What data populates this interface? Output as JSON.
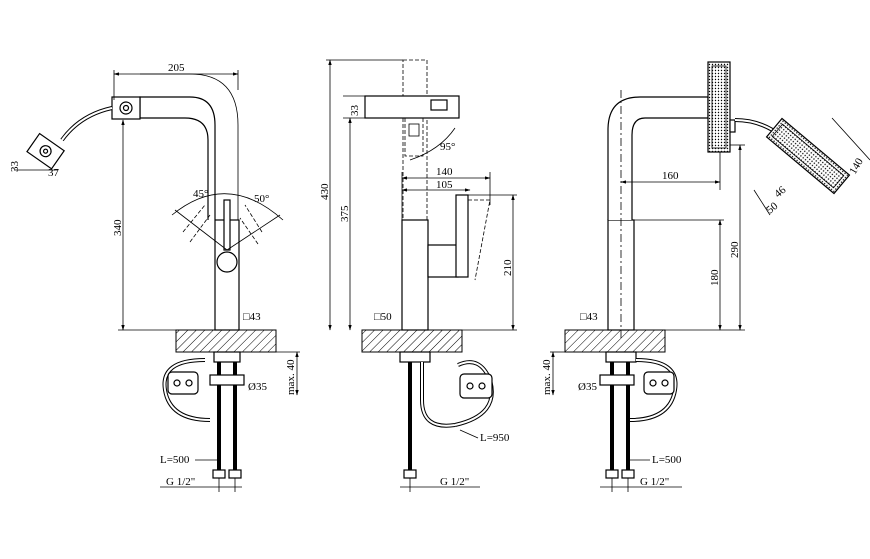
{
  "views": {
    "left": {
      "width_label": "205",
      "height_label": "340",
      "angle_left": "45°",
      "angle_right": "50°",
      "head_w": "37",
      "head_h": "33",
      "base_sq": "□43",
      "max_depth": "max. 40",
      "hole_d": "Ø35",
      "hose_len": "L=500",
      "thread": "G 1/2\""
    },
    "middle": {
      "total_h": "430",
      "body_h": "375",
      "head_h": "33",
      "angle": "95°",
      "reach": "140",
      "handle_reach": "105",
      "handle_h": "210",
      "base_sq": "□50",
      "hose_len": "L=950",
      "thread": "G 1/2\""
    },
    "right": {
      "reach": "160",
      "spout_h": "290",
      "body_h": "180",
      "head_len": "140",
      "head_w": "46",
      "head_w2": "50",
      "base_sq": "□43",
      "max_depth": "max. 40",
      "hole_d": "Ø35",
      "hose_len": "L=500",
      "thread": "G 1/2\""
    }
  }
}
